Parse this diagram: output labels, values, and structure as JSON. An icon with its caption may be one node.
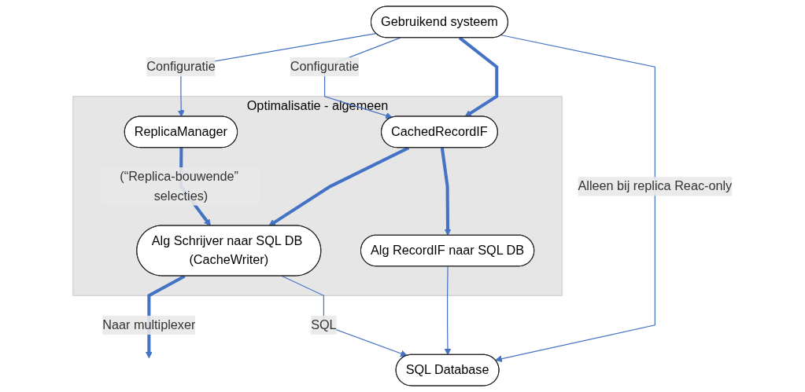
{
  "diagram": {
    "nodes": [
      {
        "text": [
          "Gebruikend systeem"
        ]
      },
      {
        "text": [
          "Optimalisatie - algemeen"
        ]
      },
      {
        "text": [
          "ReplicaManager"
        ],
        "in": 1
      },
      {
        "text": [
          "CachedRecordIF"
        ],
        "in": 1
      },
      {
        "text": [
          "Alg Schrijver naar SQL DB (CacheWriter)"
        ],
        "in": 1
      },
      {
        "text": [
          "Alg RecordIF naar SQL DB"
        ],
        "in": 1
      },
      {
        "text": [
          "SQL Database"
        ]
      }
    ],
    "edges": [
      {
        "from": 0,
        "to": 2,
        "arrow": "to",
        "label": "Configuratie"
      },
      {
        "from": 0,
        "to": 3,
        "arrow": "to",
        "label": "Configuratie"
      },
      {
        "from": 0,
        "to": 3,
        "arrow": "to",
        "style": "thick"
      },
      {
        "from": 0,
        "to": 6,
        "arrow": "to",
        "label": "Alleen bij replica Reac-only"
      },
      {
        "from": 2,
        "to": 4,
        "arrow": "to",
        "style": "thick",
        "label": "(“Replica-bouwende” selecties)"
      },
      {
        "from": 3,
        "to": 4,
        "arrow": "to",
        "style": "thick"
      },
      {
        "from": 3,
        "to": 5,
        "arrow": "to",
        "style": "thick"
      },
      {
        "from": 4,
        "to": null,
        "arrow": "to",
        "style": "thick",
        "label": "Naar multiplexer"
      },
      {
        "from": 4,
        "to": 6,
        "arrow": "to",
        "label": "SQL"
      },
      {
        "from": 5,
        "to": 6,
        "arrow": "to"
      }
    ]
  }
}
